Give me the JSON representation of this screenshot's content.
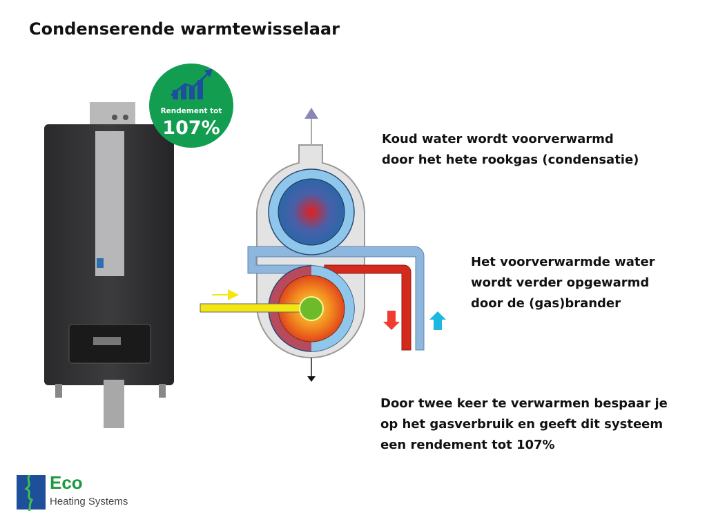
{
  "title": "Condenserende warmtewisselaar",
  "badge": {
    "label": "Rendement tot",
    "value": "107%",
    "color": "#129d50",
    "icon": "chart-growth-icon"
  },
  "captions": [
    {
      "lines": [
        "Koud water wordt voorverwarmd",
        "door het hete rookgas (condensatie)"
      ]
    },
    {
      "lines": [
        "Het voorverwarmde water",
        "wordt verder opgewarmd",
        "door de (gas)brander"
      ]
    },
    {
      "lines": [
        "Door twee keer te verwarmen bespaar je",
        "op het gasverbruik en geeft dit systeem",
        "een rendement tot 107%"
      ]
    }
  ],
  "logo": {
    "name": "Eco",
    "subtitle": "Heating Systems"
  },
  "colors": {
    "hot": "#d42a1e",
    "cold": "#8fb6dc",
    "gas": "#f4e613",
    "flame": "#6dbb2a"
  }
}
